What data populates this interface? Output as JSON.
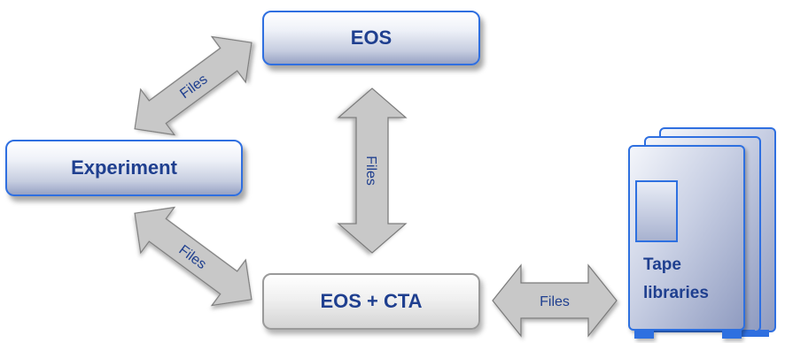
{
  "nodes": {
    "eos": "EOS",
    "experiment": "Experiment",
    "eos_cta": "EOS + CTA"
  },
  "arrows": {
    "exp_eos": "Files",
    "eos_cta": "Files",
    "exp_cta": "Files",
    "cta_tape": "Files"
  },
  "tape": {
    "line1": "Tape",
    "line2": "libraries"
  },
  "colors": {
    "text": "#1f3f8f",
    "border_blue": "#2f6fe0",
    "border_grey": "#9a9a9a",
    "arrow_fill": "#c8c8c8",
    "arrow_stroke": "#7a7a7a"
  }
}
